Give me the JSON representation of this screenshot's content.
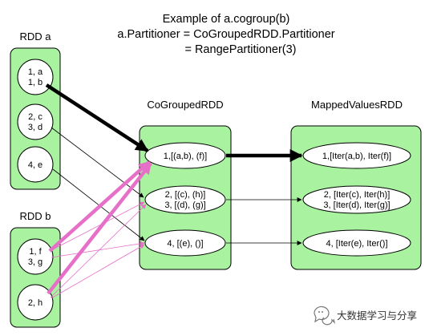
{
  "title_lines": [
    "Example of a.cogroup(b)",
    "a.Partitioner = CoGroupedRDD.Partitioner",
    "= RangePartitioner(3)"
  ],
  "headers": {
    "rdd_a": "RDD a",
    "rdd_b": "RDD b",
    "cogrouped": "CoGroupedRDD",
    "mapped": "MappedValuesRDD"
  },
  "rdd_a_partitions": [
    [
      "1, a",
      "1, b"
    ],
    [
      "2, c",
      "3, d"
    ],
    [
      "4, e"
    ]
  ],
  "rdd_b_partitions": [
    [
      "1, f",
      "3, g"
    ],
    [
      "2, h"
    ]
  ],
  "cogrouped_partitions": [
    [
      "1,[(a,b), (f)]"
    ],
    [
      "2, [(c), (h)]",
      "3, [(d), (g)]"
    ],
    [
      "4, [(e), ()]"
    ]
  ],
  "mapped_partitions": [
    [
      "1,[Iter(a,b), Iter(f)]"
    ],
    [
      "2, [Iter(c), Iter(h)]",
      "3, [Iter(d), Iter(g)]"
    ],
    [
      "4, [Iter(e), Iter()]"
    ]
  ],
  "watermark": "大数据学习与分享",
  "colors": {
    "rdd_fill": "#a8f2a0",
    "narrow_dependency": "#000000",
    "shuffle_dependency": "#e66fc8"
  }
}
